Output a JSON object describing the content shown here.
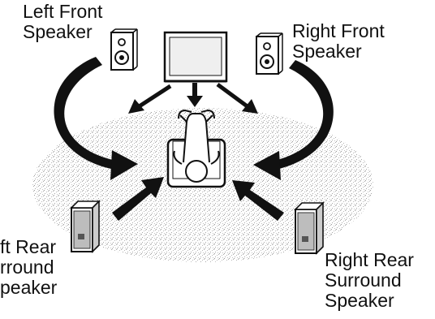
{
  "labels": {
    "left_front": [
      "Left Front",
      "Speaker"
    ],
    "right_front": [
      "Right Front",
      "Speaker"
    ],
    "left_rear": [
      "ft Rear",
      "rround",
      "peaker"
    ],
    "right_rear": [
      "Right Rear",
      "Surround",
      "Speaker"
    ]
  },
  "colors": {
    "ink": "#111111",
    "floor": "#d8d8d8",
    "screen": "#f2f2f2"
  }
}
